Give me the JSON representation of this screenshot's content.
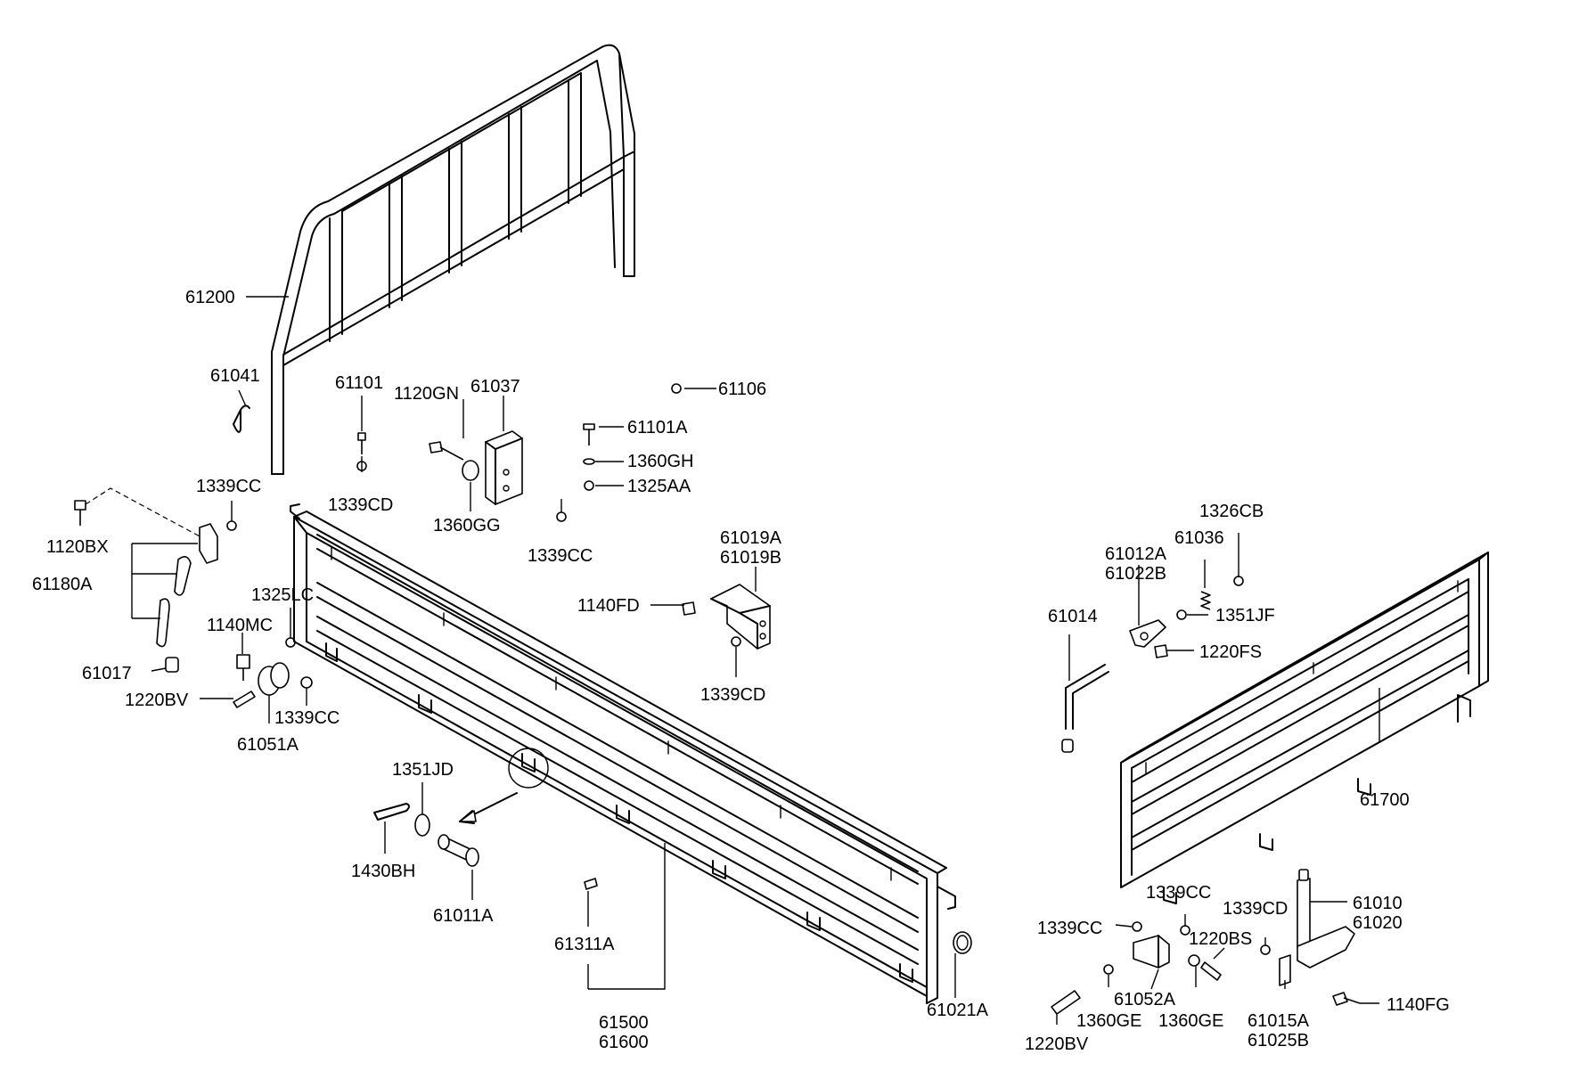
{
  "callouts": {
    "c61200": "61200",
    "c61041": "61041",
    "c61101": "61101",
    "c1120GN": "1120GN",
    "c61037": "61037",
    "c61106": "61106",
    "c61101A": "61101A",
    "c1360GH": "1360GH",
    "c1325AA": "1325AA",
    "c1339CC_a": "1339CC",
    "c1339CD_a": "1339CD",
    "c1360GG": "1360GG",
    "c1339CC_b": "1339CC",
    "c1120BX": "1120BX",
    "c61180A": "61180A",
    "c1325LC": "1325LC",
    "c1140MC": "1140MC",
    "c61017": "61017",
    "c1220BV_a": "1220BV",
    "c1339CC_c": "1339CC",
    "c61051A": "61051A",
    "c61019A": "61019A",
    "c61019B": "61019B",
    "c1140FD": "1140FD",
    "c1339CD_b": "1339CD",
    "c1351JD": "1351JD",
    "c1430BH": "1430BH",
    "c61011A": "61011A",
    "c61311A": "61311A",
    "c61500": "61500",
    "c61600": "61600",
    "c61021A": "61021A",
    "c1326CB": "1326CB",
    "c61036": "61036",
    "c61012A": "61012A",
    "c61022B": "61022B",
    "c1351JF": "1351JF",
    "c61014": "61014",
    "c1220FS": "1220FS",
    "c61700": "61700",
    "c1339CC_d": "1339CC",
    "c1339CD_c": "1339CD",
    "c61010": "61010",
    "c61020": "61020",
    "c1339CC_e": "1339CC",
    "c1220BS": "1220BS",
    "c61052A": "61052A",
    "c1360GE_a": "1360GE",
    "c1360GE_b": "1360GE",
    "c1220BV_b": "1220BV",
    "c61015A": "61015A",
    "c61025B": "61025B",
    "c1140FG": "1140FG"
  }
}
